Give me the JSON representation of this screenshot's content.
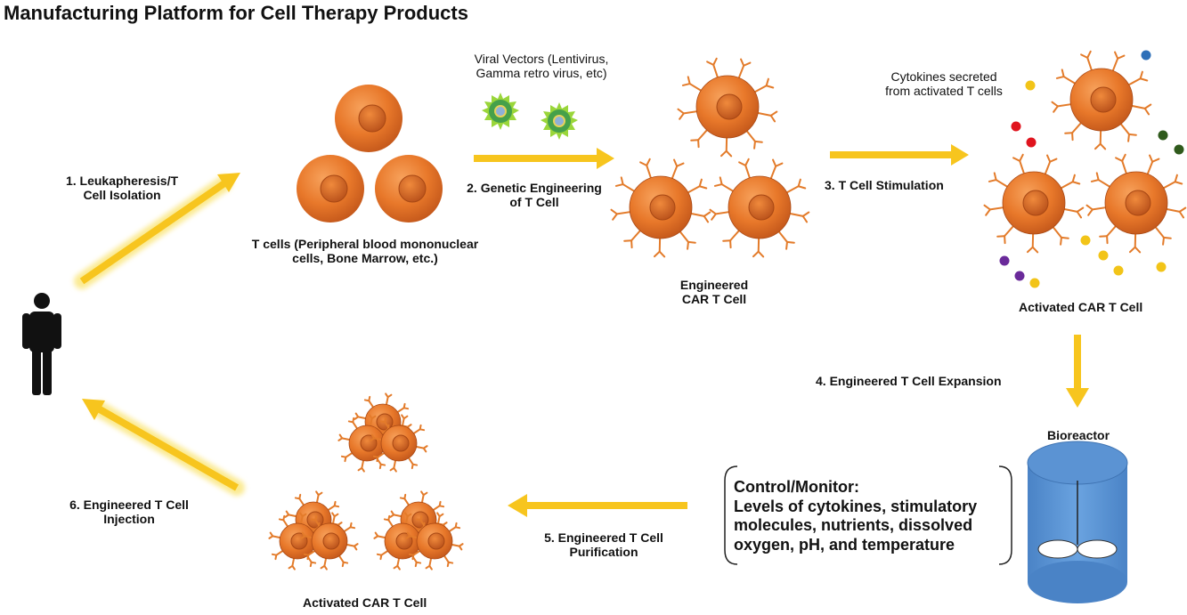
{
  "title": "Manufacturing Platform for Cell Therapy Products",
  "steps": {
    "s1": [
      "1. Leukapheresis/T",
      "Cell Isolation"
    ],
    "s2": [
      "2. Genetic Engineering",
      "of T Cell"
    ],
    "s3": "3. T Cell Stimulation",
    "s4": "4. Engineered T Cell Expansion",
    "s5": [
      "5. Engineered T Cell",
      "Purification"
    ],
    "s6": [
      "6. Engineered T Cell",
      "Injection"
    ]
  },
  "labels": {
    "t_cells": [
      "T cells (Peripheral blood mononuclear",
      "cells, Bone Marrow, etc.)"
    ],
    "viral_vectors": [
      "Viral Vectors (Lentivirus,",
      "Gamma retro virus, etc)"
    ],
    "engineered_car": [
      "Engineered",
      "CAR T Cell"
    ],
    "cytokines": [
      "Cytokines secreted",
      "from activated T cells"
    ],
    "activated_car_top": "Activated CAR T Cell",
    "activated_car_bottom": "Activated CAR T Cell",
    "bioreactor": "Bioreactor"
  },
  "control": {
    "heading": "Control/Monitor:",
    "lines": [
      "Levels of cytokines, stimulatory",
      "molecules, nutrients, dissolved",
      "oxygen, pH, and temperature"
    ]
  },
  "colors": {
    "arrow": "#f7c51e",
    "arrow_glow": "#fbea92",
    "cell": "#e8782a",
    "cell_dark": "#b8501a",
    "nucleus": "#d9621e",
    "receptor": "#e37b2a",
    "bioreactor": "#5b93d3",
    "virus_outer": "#9ad63a",
    "virus_inner": "#46a04a",
    "cytokine_yellow": "#f2c418",
    "cytokine_red": "#e0141e",
    "cytokine_green": "#2f5a1c",
    "cytokine_purple": "#6a2a9a",
    "cytokine_blue": "#2d6fb8"
  }
}
